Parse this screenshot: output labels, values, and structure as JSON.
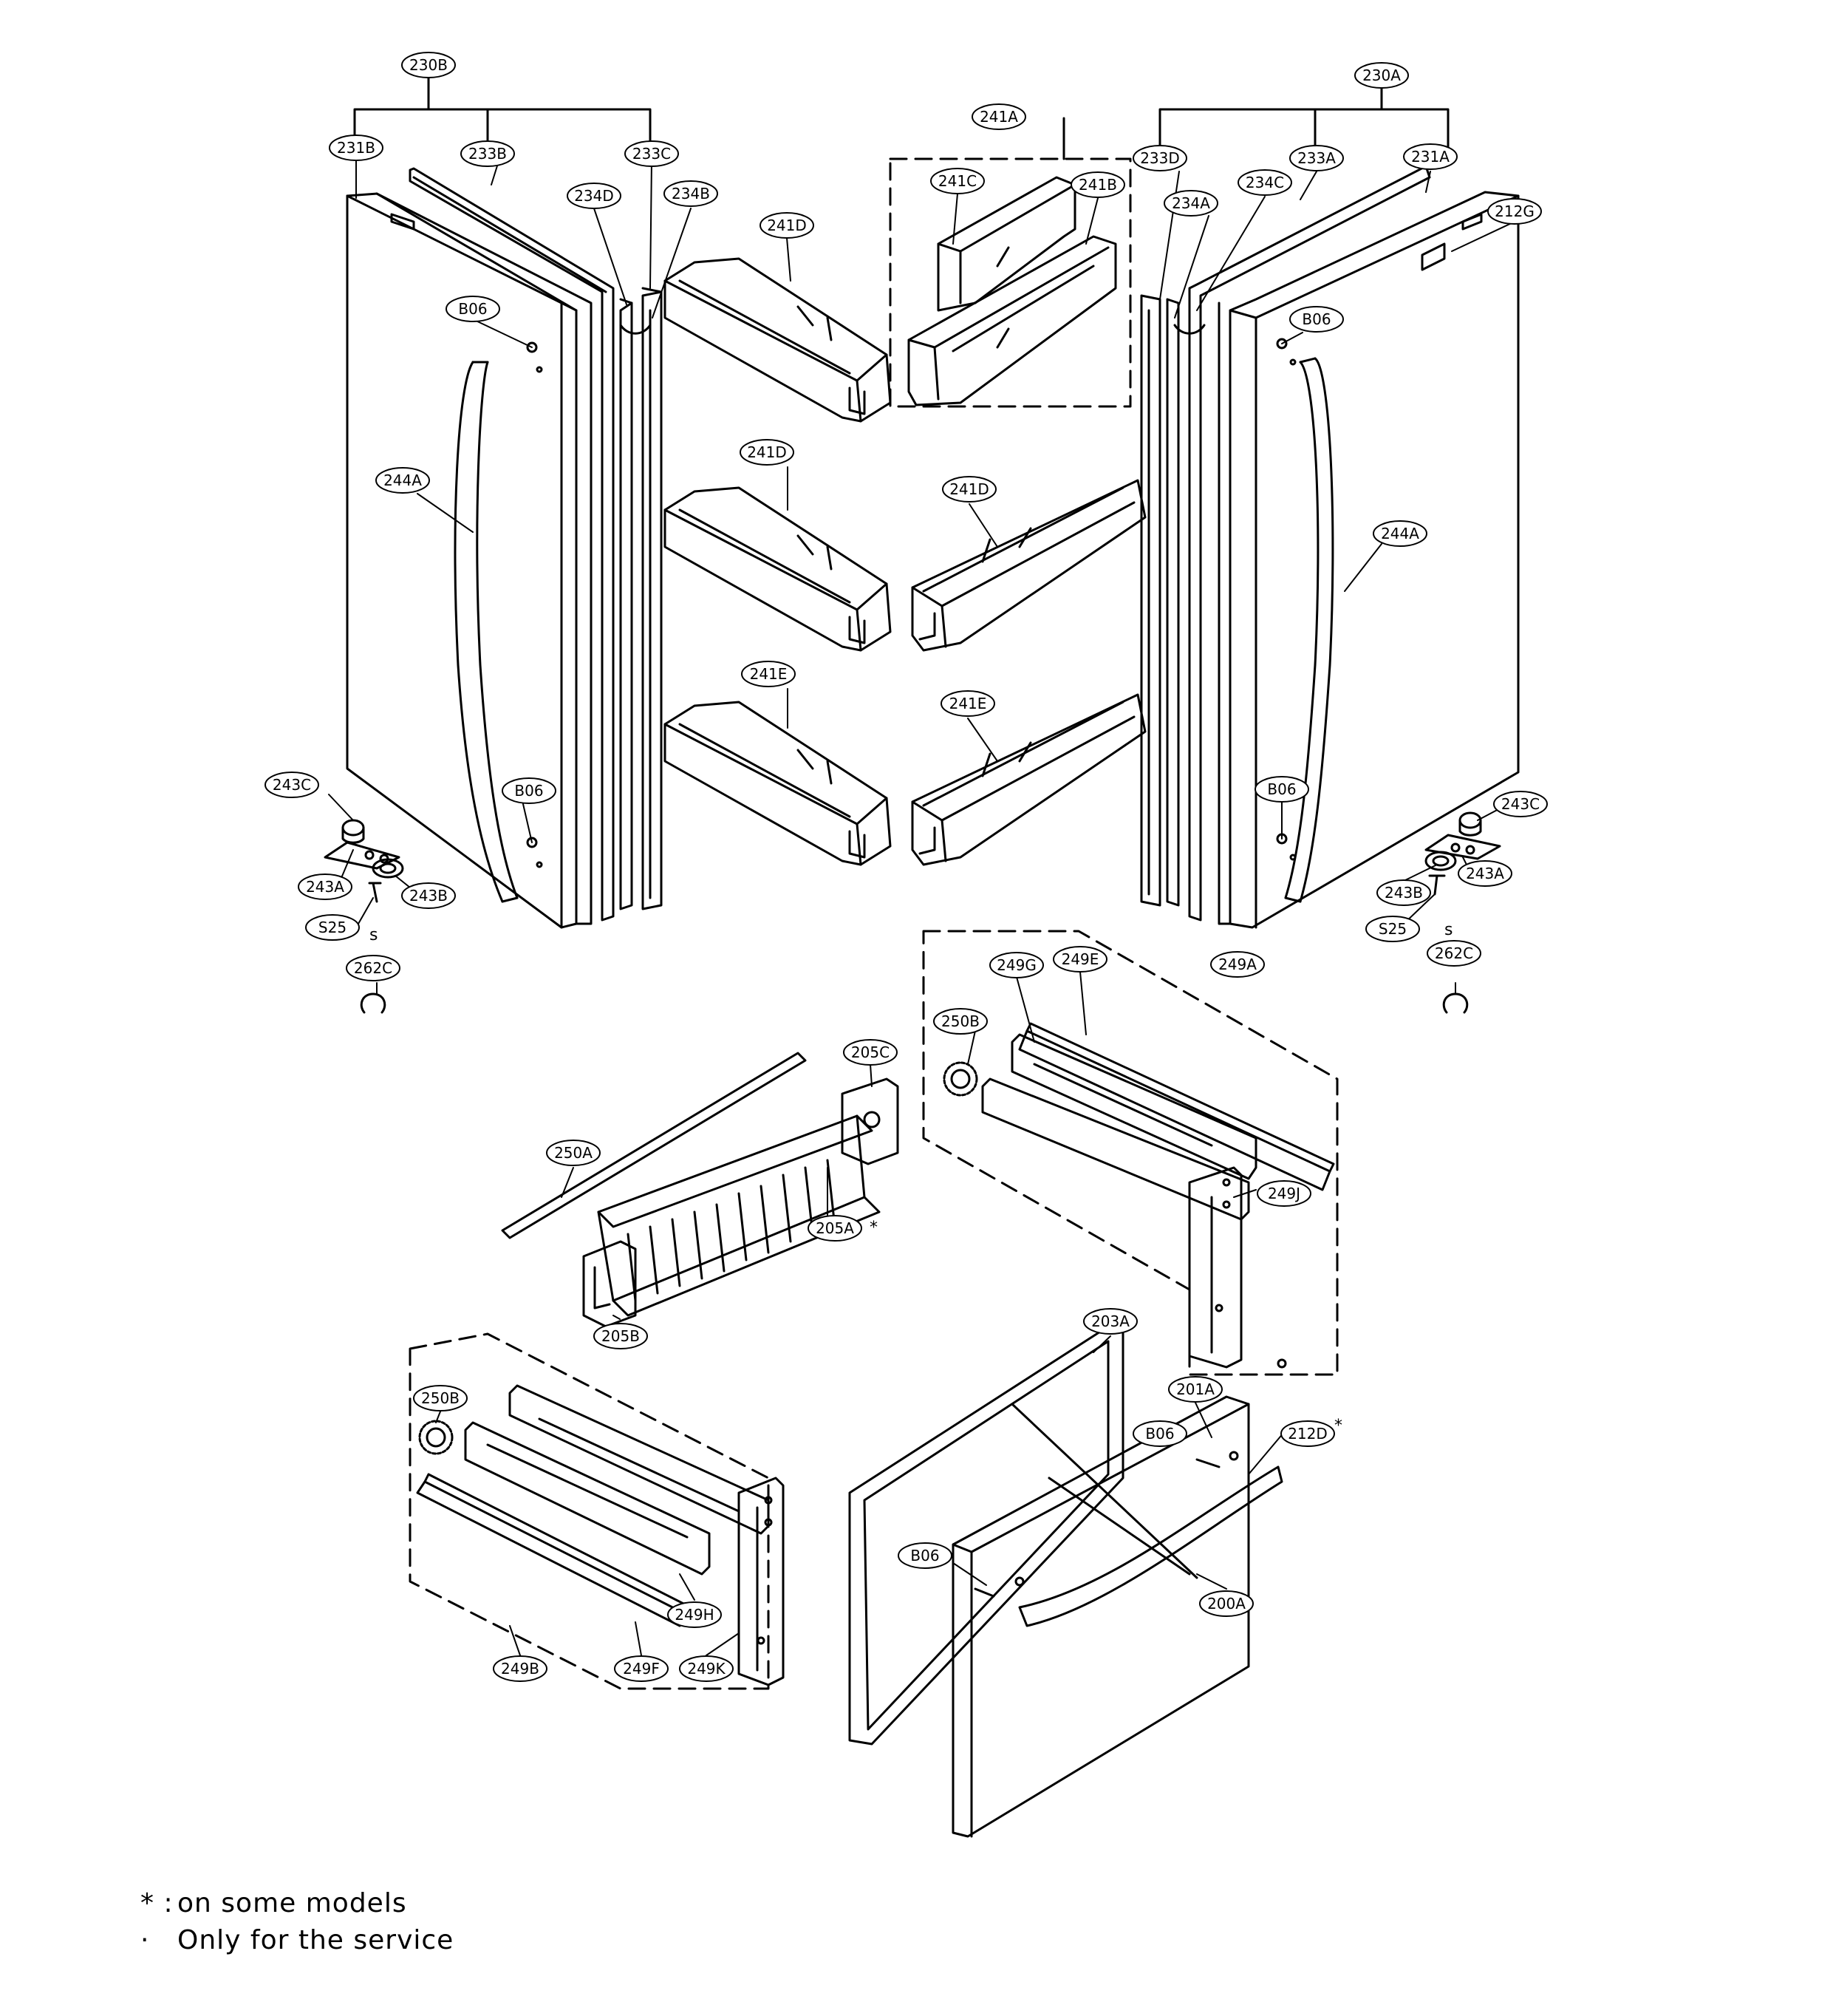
{
  "labels": {
    "l230B": "230B",
    "l231B": "231B",
    "l233B": "233B",
    "l233C": "233C",
    "l234D": "234D",
    "l234B": "234B",
    "l241D_1": "241D",
    "l241A": "241A",
    "l241C": "241C",
    "l241B": "241B",
    "l230A": "230A",
    "l233D": "233D",
    "l233A": "233A",
    "l231A": "231A",
    "l234A": "234A",
    "l234C": "234C",
    "l212G": "212G",
    "l206_L": "B06",
    "l206_R": "B06",
    "l244A_L": "244A",
    "l244A_R": "244A",
    "l241D_2": "241D",
    "l241D_3": "241D",
    "l241E_1": "241E",
    "l241E_2": "241E",
    "l243C_L": "243C",
    "l206_L2": "B06",
    "l206_R2": "B06",
    "l243C_R": "243C",
    "l243A_L": "243A",
    "l243B_L": "243B",
    "l243B_R": "243B",
    "l243A_R": "243A",
    "l525_L": "S25",
    "l525_R": "S25",
    "l262C_L": "262C",
    "l262C_R": "262C",
    "l249E": "249E",
    "l249A": "249A",
    "l249G": "249G",
    "l250B_1": "250B",
    "l205C": "205C",
    "l250A": "250A",
    "l205A": "205A",
    "l249J": "249J",
    "l205B": "205B",
    "l203A": "203A",
    "l250B_2": "250B",
    "l201A": "201A",
    "l212D": "212D",
    "l206_B1": "B06",
    "l206_B2": "B06",
    "l200A": "200A",
    "l249H": "249H",
    "l249B": "249B",
    "l249F": "249F",
    "l249K": "249K"
  },
  "marks": {
    "s_L": "s",
    "s_R": "s",
    "star_205A": "*",
    "star_212D": "*"
  },
  "legend": {
    "line1_symbol": "* :",
    "line1_text": "on some models",
    "line2_symbol": "·",
    "line2_text": "Only for the service"
  }
}
